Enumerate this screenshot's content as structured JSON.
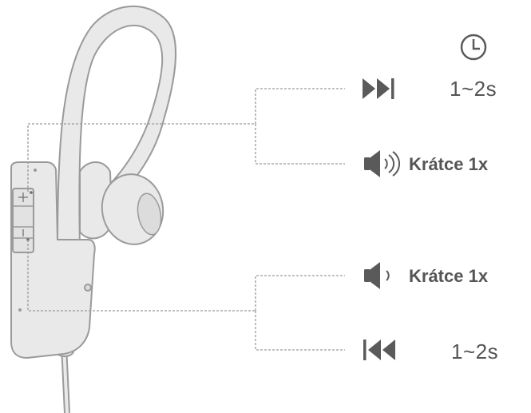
{
  "functions": [
    {
      "icon": "next-track-icon",
      "label": "1~2s"
    },
    {
      "icon": "volume-up-icon",
      "label": "Krátce 1x"
    },
    {
      "icon": "volume-down-icon",
      "label": "Krátce 1x"
    },
    {
      "icon": "previous-track-icon",
      "label": "1~2s"
    }
  ],
  "legend": {
    "icon": "clock-icon"
  },
  "colors": {
    "headphone_stroke": "#9a9a9a",
    "headphone_fill": "#e9e9e9",
    "leader_line": "#9a9a9a",
    "icon": "#5a5a5a",
    "text": "#555555"
  }
}
